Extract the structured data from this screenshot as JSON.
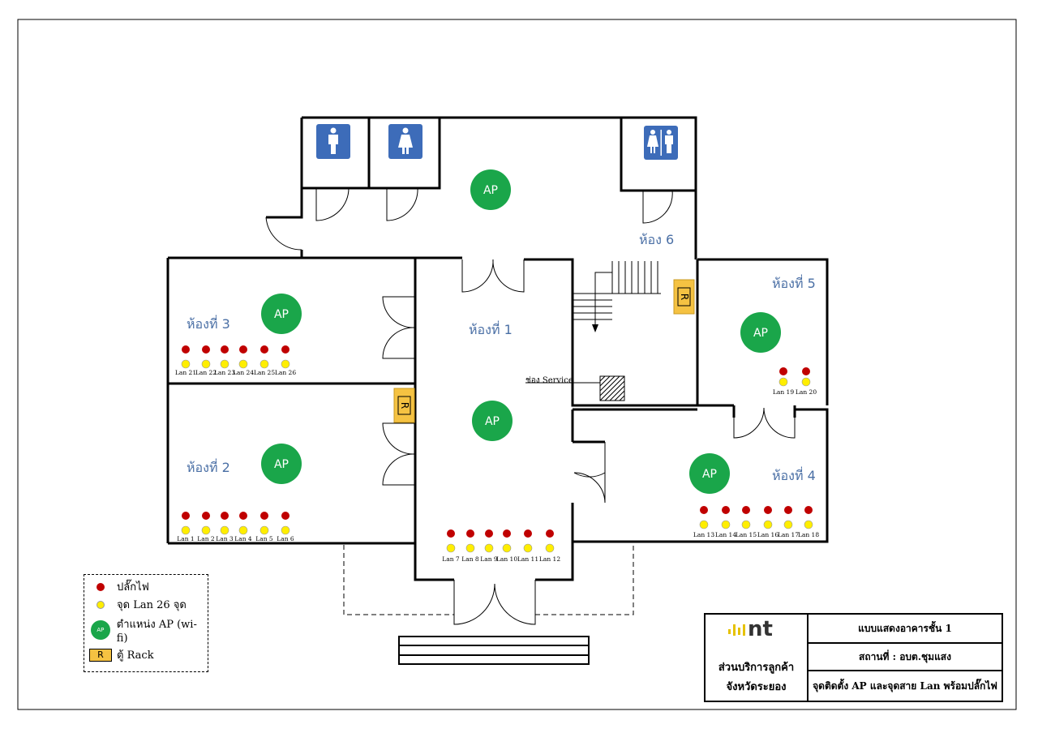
{
  "rooms": {
    "room1": "ห้องที่ 1",
    "room2": "ห้องที่ 2",
    "room3": "ห้องที่ 3",
    "room4": "ห้องที่ 4",
    "room5": "ห้องที่ 5",
    "room6": "ห้อง 6"
  },
  "ap_label": "AP",
  "rack_label": "R",
  "service_label": "ช่อง Service",
  "lan_groups": {
    "room3": [
      "Lan 21",
      "Lan 22",
      "Lan 23",
      "Lan 24",
      "Lan 25",
      "Lan 26"
    ],
    "room2": [
      "Lan 1",
      "Lan 2",
      "Lan 3",
      "Lan 4",
      "Lan 5",
      "Lan 6"
    ],
    "room1": [
      "Lan 7",
      "Lan 8",
      "Lan 9",
      "Lan 10",
      "Lan 11",
      "Lan 12"
    ],
    "room4": [
      "Lan 13",
      "Lan 14",
      "Lan 15",
      "Lan 16",
      "Lan 17",
      "Lan 18"
    ],
    "room5": [
      "Lan 19",
      "Lan 20"
    ]
  },
  "legend": {
    "plug": "ปลั๊กไฟ",
    "lan": "จุด Lan 26 จุด",
    "ap": "ตำแหน่ง AP (wi-fi)",
    "ap_symbol": "AP",
    "rack": "ตู้ Rack",
    "rack_symbol": "R"
  },
  "title_block": {
    "logo": "nt",
    "org_line1": "ส่วนบริการลูกค้า",
    "org_line2": "จังหวัดระยอง",
    "title": "แบบแสดงอาคารชั้น 1",
    "location": "สถานที่ :  อบต.ชุมแสง",
    "description": "จุดติดตั้ง AP และจุดสาย Lan พร้อมปลั๊กไฟ"
  },
  "colors": {
    "plug": "#c00000",
    "lan": "#ffee00",
    "ap": "#1aa64a",
    "rack": "#f5c242",
    "room_label": "#4a6fa5",
    "restroom": "#3d6cb9",
    "logo": "#e6c200"
  }
}
